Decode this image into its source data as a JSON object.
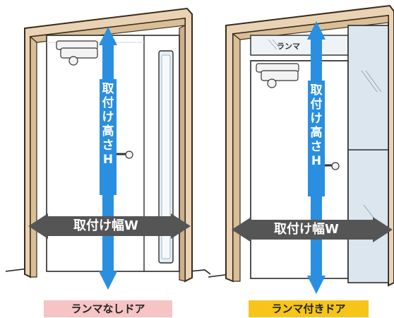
{
  "left_panel": {
    "height_label": "取付け高さH",
    "width_label": "取付け幅W",
    "caption": "ランマなしドア"
  },
  "right_panel": {
    "height_label": "取付け高さH",
    "width_label": "取付け幅W",
    "caption": "ランマ付きドア",
    "transom_label": "ランマ"
  },
  "colors": {
    "frame": "#e9d3b4",
    "frame_edge": "#3a2a1a",
    "arrow_blue": "#2a8fe0",
    "arrow_gray": "#555555",
    "caption_left_bg": "#f6c4c4",
    "caption_right_bg": "#f7c51a"
  }
}
